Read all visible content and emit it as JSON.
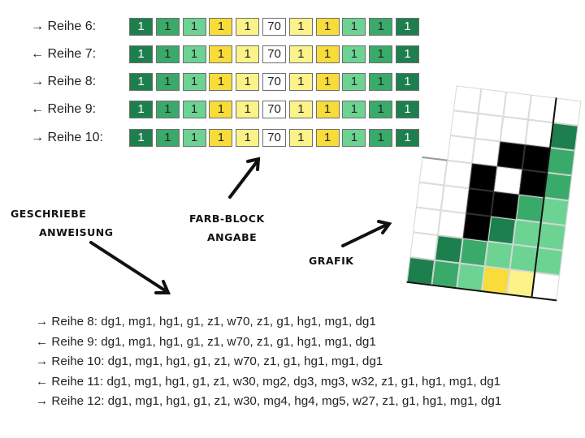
{
  "colors": {
    "dg": "#1e7f4e",
    "mg": "#3aaa6a",
    "hg": "#6cd392",
    "g": "#f7dc3a",
    "z": "#fbf389",
    "w": "#ffffff",
    "k": "#000000",
    "dark_text_on": "#ffffff"
  },
  "block_rows": [
    {
      "label": "→ Reihe 6:"
    },
    {
      "label": "← Reihe 7:"
    },
    {
      "label": "→ Reihe 8:"
    },
    {
      "label": "← Reihe 9:"
    },
    {
      "label": "→ Reihe 10:"
    }
  ],
  "block_cells": [
    {
      "color": "dg",
      "value": "1"
    },
    {
      "color": "mg",
      "value": "1"
    },
    {
      "color": "hg",
      "value": "1"
    },
    {
      "color": "g",
      "value": "1"
    },
    {
      "color": "z",
      "value": "1"
    },
    {
      "color": "w",
      "value": "70"
    },
    {
      "color": "z",
      "value": "1"
    },
    {
      "color": "g",
      "value": "1"
    },
    {
      "color": "hg",
      "value": "1"
    },
    {
      "color": "mg",
      "value": "1"
    },
    {
      "color": "dg",
      "value": "1"
    }
  ],
  "annotations": {
    "written_line1": "GESCHRIEBE",
    "written_line2": "ANWEISUNG",
    "block_line1": "FARB-BLOCK",
    "block_line2": "ANGABE",
    "graphic": "GRAFIK"
  },
  "instructions": [
    "→ Reihe 8: dg1, mg1, hg1, g1, z1, w70, z1, g1, hg1, mg1, dg1",
    "← Reihe 9: dg1, mg1, hg1, g1, z1, w70, z1, g1, hg1, mg1, dg1",
    "→ Reihe 10: dg1, mg1, hg1, g1, z1, w70, z1, g1, hg1, mg1, dg1",
    "← Reihe 11: dg1, mg1, hg1, g1, z1, w30, mg2, dg3, mg3, w32, z1, g1, hg1, mg1, dg1",
    "→ Reihe 12: dg1, mg1, hg1, g1, z1, w30, mg4, hg4, mg5, w27, z1, g1, hg1, mg1, dg1"
  ],
  "graphic_grid": [
    [
      "",
      "w",
      "w",
      "w",
      "w",
      "w"
    ],
    [
      "",
      "w",
      "w",
      "w",
      "w",
      "dg"
    ],
    [
      "",
      "w",
      "w",
      "k",
      "k",
      "mg"
    ],
    [
      "w",
      "w",
      "k",
      "w",
      "k",
      "mg"
    ],
    [
      "w",
      "w",
      "k",
      "k",
      "mg",
      "hg"
    ],
    [
      "w",
      "w",
      "k",
      "dg",
      "hg",
      "hg"
    ],
    [
      "w",
      "dg",
      "mg",
      "hg",
      "hg",
      "hg"
    ],
    [
      "dg",
      "mg",
      "hg",
      "g",
      "z",
      "w"
    ]
  ]
}
